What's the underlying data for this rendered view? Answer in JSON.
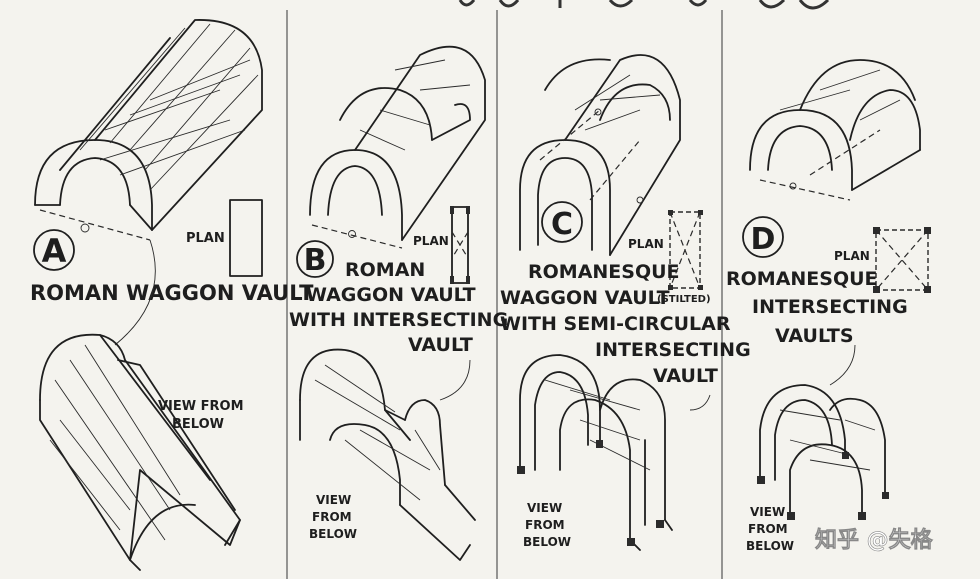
{
  "panels": [
    {
      "letter": "A",
      "title_lines": [
        "ROMAN WAGGON VAULT"
      ],
      "plan_label": "PLAN",
      "view_label_lines": [
        "VIEW FROM",
        "BELOW"
      ]
    },
    {
      "letter": "B",
      "title_lines": [
        "ROMAN",
        "WAGGON VAULT",
        "WITH INTERSECTING",
        "VAULT"
      ],
      "plan_label": "PLAN",
      "view_label_lines": [
        "VIEW",
        "FROM",
        "BELOW"
      ]
    },
    {
      "letter": "C",
      "title_lines": [
        "ROMANESQUE",
        "WAGGON VAULT",
        "WITH SEMI-CIRCULAR",
        "INTERSECTING",
        "VAULT"
      ],
      "title_note": "(STILTED)",
      "plan_label": "PLAN",
      "view_label_lines": [
        "VIEW",
        "FROM",
        "BELOW"
      ]
    },
    {
      "letter": "D",
      "title_lines": [
        "ROMANESQUE",
        "INTERSECTING",
        "VAULTS"
      ],
      "plan_label": "PLAN",
      "view_label_lines": [
        "VIEW",
        "FROM",
        "BELOW"
      ]
    }
  ],
  "watermark": "知乎 @失格"
}
